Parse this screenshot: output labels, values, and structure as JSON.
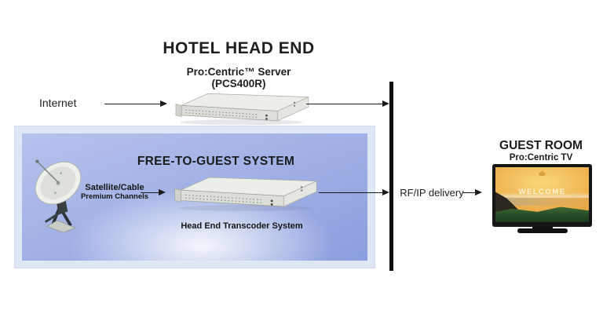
{
  "colors": {
    "text": "#1a1a1a",
    "line": "#1a1a1a",
    "barrier_bar": "#0d0d0d",
    "ftg_border": "#dfe7f5",
    "ftg_fill_top": "#b7c2ec",
    "ftg_fill_deep": "#8b9edd",
    "tv_sky_orange": "#eeb14e",
    "tv_hills_green": "#2a5128",
    "device_gray": "#dcdfd8"
  },
  "icons": {
    "satellite_dish": "satellite-dish-icon",
    "procentric_server": "rack-server-image",
    "transcoder": "rack-server-image",
    "guest_tv": "tv-image",
    "flow_arrow": "arrow-right-icon"
  },
  "head_end": {
    "title": "HOTEL HEAD END",
    "server_name": "Pro:Centric™ Server",
    "server_model": "(PCS400R)"
  },
  "sources": {
    "internet_label": "Internet",
    "satellite_label_line1": "Satellite/Cable",
    "satellite_label_line2": "Premium Channels"
  },
  "ftg": {
    "title": "FREE-TO-GUEST SYSTEM",
    "transcoder_caption": "Head End Transcoder System"
  },
  "delivery": {
    "label": "RF/IP delivery"
  },
  "guest_room": {
    "title": "GUEST ROOM",
    "subtitle": "Pro:Centric TV",
    "tv_screen_text": "WELCOME"
  }
}
